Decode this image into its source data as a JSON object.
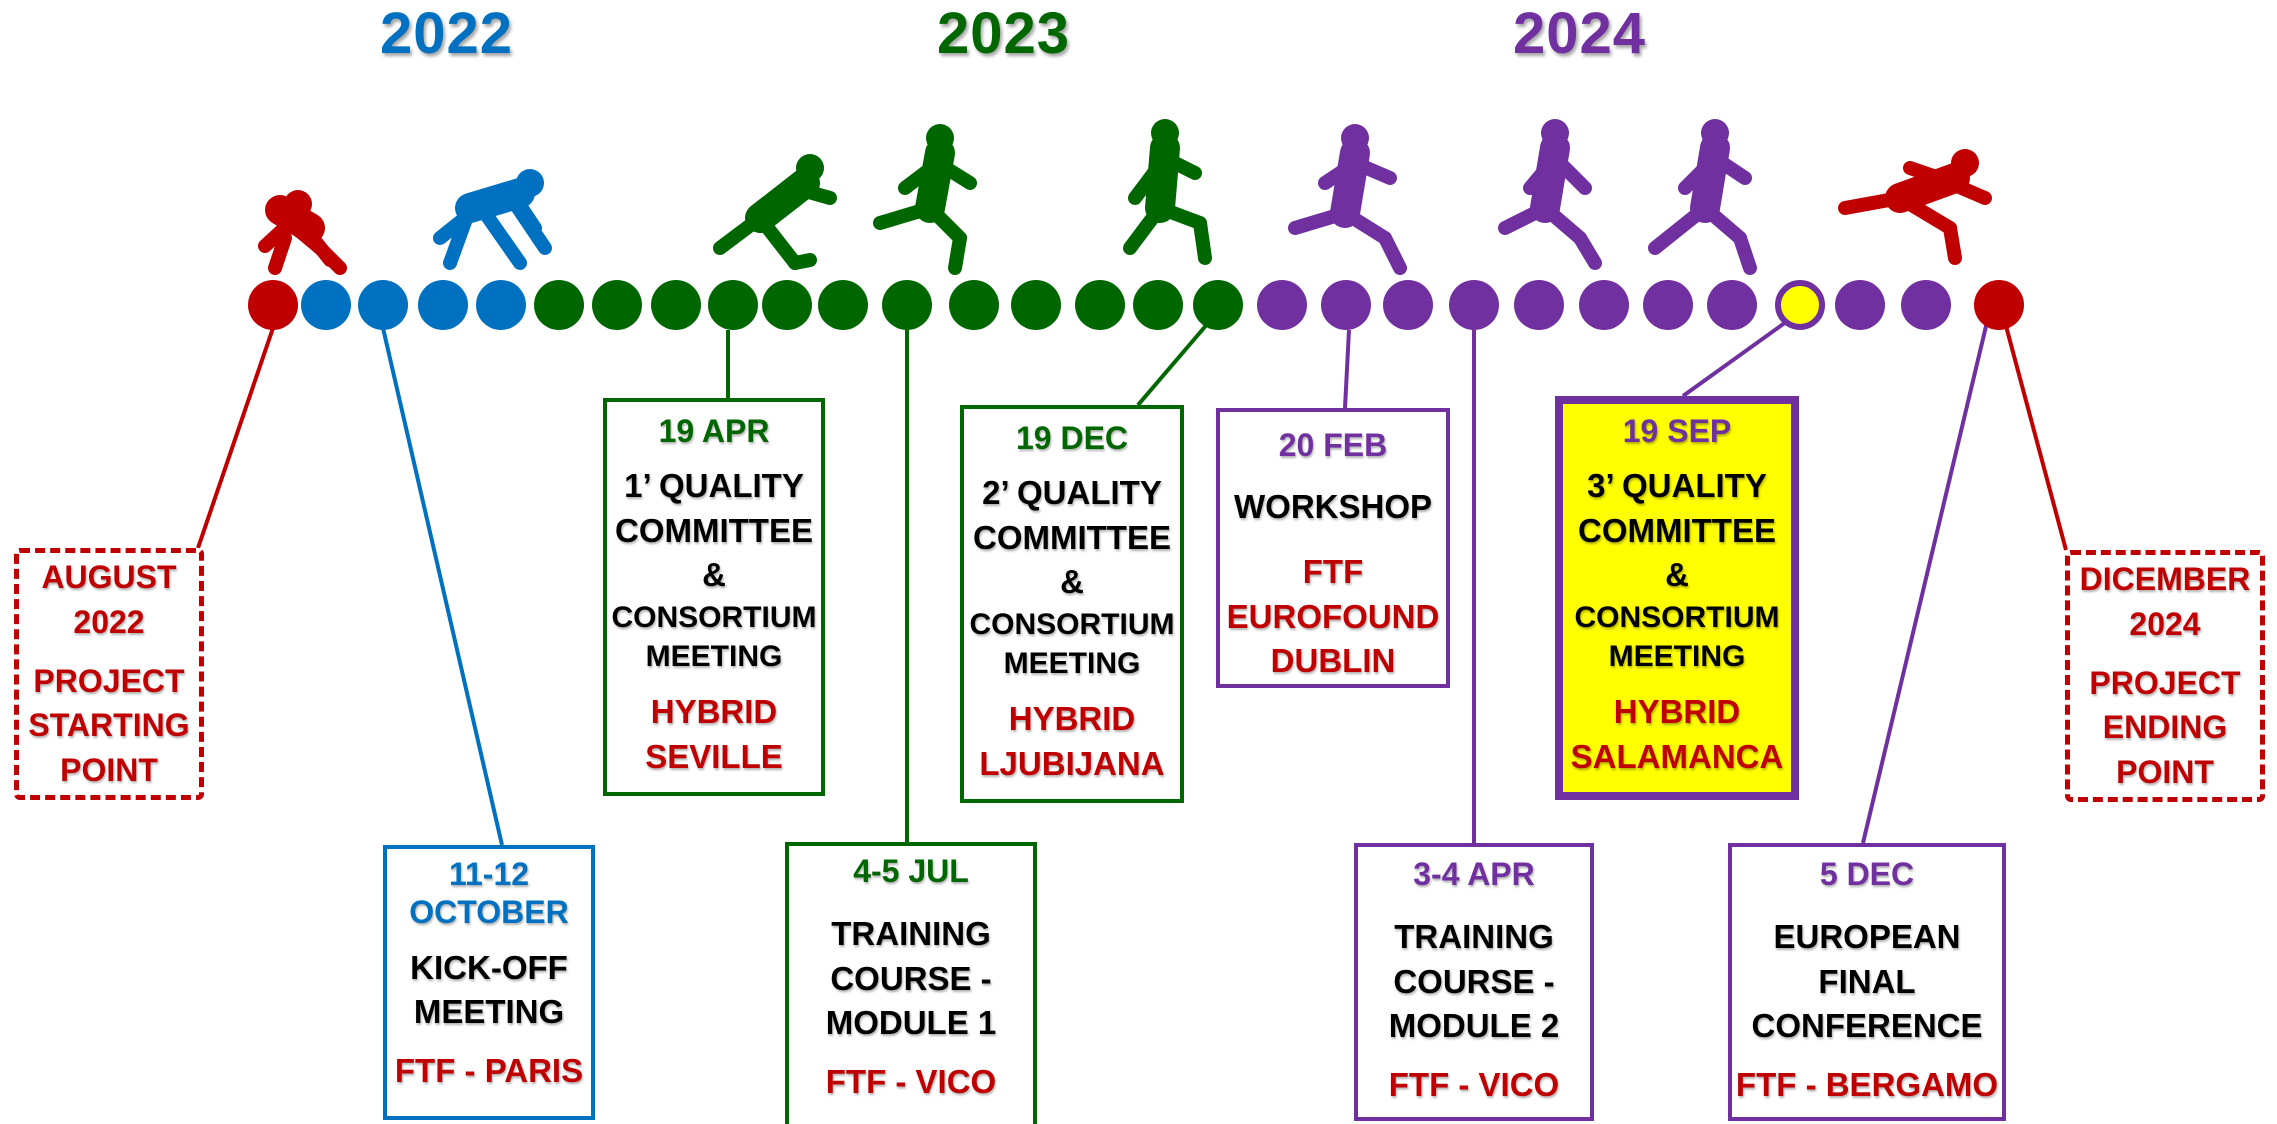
{
  "colors": {
    "blue": "#0070c0",
    "green": "#006600",
    "purple": "#7030a0",
    "red": "#c00000",
    "highlight": "#ffff00"
  },
  "years": [
    {
      "label": "2022",
      "color": "#0070c0"
    },
    {
      "label": "2023",
      "color": "#006600"
    },
    {
      "label": "2024",
      "color": "#7030a0"
    }
  ],
  "runner_icons": [
    {
      "name": "runner-crouch-icon",
      "color": "#c00000"
    },
    {
      "name": "runner-start-icon",
      "color": "#0070c0"
    },
    {
      "name": "runner-accelerate-icon",
      "color": "#006600"
    },
    {
      "name": "runner-sprint-icon",
      "color": "#006600"
    },
    {
      "name": "runner-upright-icon",
      "color": "#006600"
    },
    {
      "name": "runner-stride-icon",
      "color": "#7030a0"
    },
    {
      "name": "runner-run-icon",
      "color": "#7030a0"
    },
    {
      "name": "runner-jog-icon",
      "color": "#7030a0"
    },
    {
      "name": "runner-finish-icon",
      "color": "#c00000"
    }
  ],
  "dots": [
    "#c00000",
    "#0070c0",
    "#0070c0",
    "#0070c0",
    "#0070c0",
    "#006600",
    "#006600",
    "#006600",
    "#006600",
    "#006600",
    "#006600",
    "#006600",
    "#006600",
    "#006600",
    "#006600",
    "#006600",
    "#006600",
    "#7030a0",
    "#7030a0",
    "#7030a0",
    "#7030a0",
    "#7030a0",
    "#7030a0",
    "#7030a0",
    "#7030a0",
    "#ffff00",
    "#7030a0",
    "#7030a0",
    "#c00000"
  ],
  "start": {
    "line1": "AUGUST",
    "line2": "2022",
    "line3": "PROJECT",
    "line4": "STARTING",
    "line5": "POINT"
  },
  "end": {
    "line1": "DICEMBER",
    "line2": "2024",
    "line3": "PROJECT",
    "line4": "ENDING",
    "line5": "POINT"
  },
  "events": {
    "kickoff": {
      "date1": "11-12",
      "date2": "OCTOBER",
      "title1": "KICK-OFF",
      "title2": "MEETING",
      "place": "FTF - PARIS"
    },
    "qc1": {
      "date": "19 APR",
      "title1": "1’ QUALITY",
      "title2": "COMMITTEE",
      "amp": "&",
      "sub1": "CONSORTIUM",
      "sub2": "MEETING",
      "place1": "HYBRID",
      "place2": "SEVILLE"
    },
    "tc1": {
      "date": "4-5 JUL",
      "title1": "TRAINING",
      "title2": "COURSE -",
      "title3": "MODULE 1",
      "place": "FTF - VICO"
    },
    "qc2": {
      "date": "19 DEC",
      "title1": "2’ QUALITY",
      "title2": "COMMITTEE",
      "amp": "&",
      "sub1": "CONSORTIUM",
      "sub2": "MEETING",
      "place1": "HYBRID",
      "place2": "LJUBIJANA"
    },
    "ws": {
      "date": "20 FEB",
      "title": "WORKSHOP",
      "place1": "FTF",
      "place2": "EUROFOUND",
      "place3": "DUBLIN"
    },
    "tc2": {
      "date": "3-4 APR",
      "title1": "TRAINING",
      "title2": "COURSE -",
      "title3": "MODULE 2",
      "place": "FTF - VICO"
    },
    "qc3": {
      "date": "19 SEP",
      "title1": "3’ QUALITY",
      "title2": "COMMITTEE",
      "amp": "&",
      "sub1": "CONSORTIUM",
      "sub2": "MEETING",
      "place1": "HYBRID",
      "place2": "SALAMANCA"
    },
    "final": {
      "date": "5 DEC",
      "title1": "EUROPEAN",
      "title2": "FINAL",
      "title3": "CONFERENCE",
      "place": "FTF - BERGAMO"
    }
  }
}
